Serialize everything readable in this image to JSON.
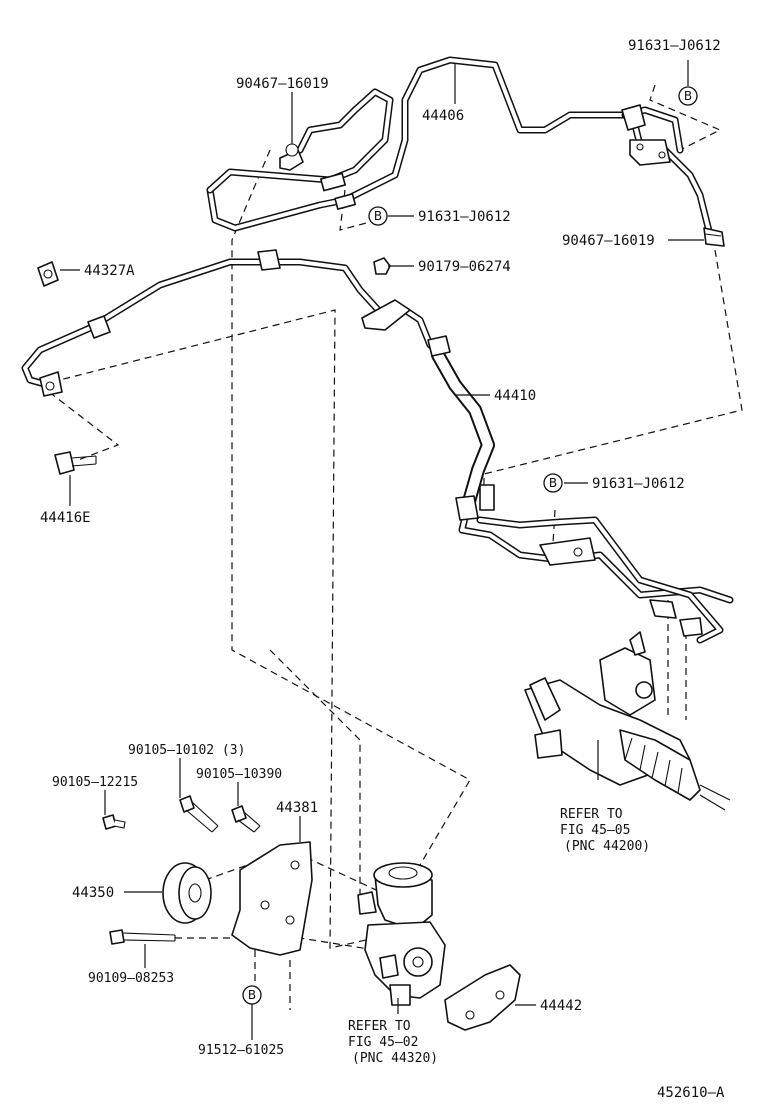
{
  "figure_id": "452610–A",
  "marker_letter": "B",
  "callouts": {
    "p_91631_top": "91631–J0612",
    "p_90467_a": "90467–16019",
    "p_44406": "44406",
    "p_91631_mid": "91631–J0612",
    "p_90467_b": "90467–16019",
    "p_44327A": "44327A",
    "p_90179": "90179–06274",
    "p_44410": "44410",
    "p_44416E": "44416E",
    "p_91631_low": "91631–J0612",
    "p_90105_10102": "90105–10102 (3)",
    "p_90105_10390": "90105–10390",
    "p_90105_12215": "90105–12215",
    "p_44381": "44381",
    "p_44350": "44350",
    "p_90109": "90109–08253",
    "p_44442": "44442",
    "p_91512": "91512–61025"
  },
  "references": {
    "rack": [
      "REFER TO",
      "FIG 45–05",
      "(PNC 44200)"
    ],
    "pump": [
      "REFER TO",
      "FIG 45–02",
      "(PNC 44320)"
    ]
  }
}
